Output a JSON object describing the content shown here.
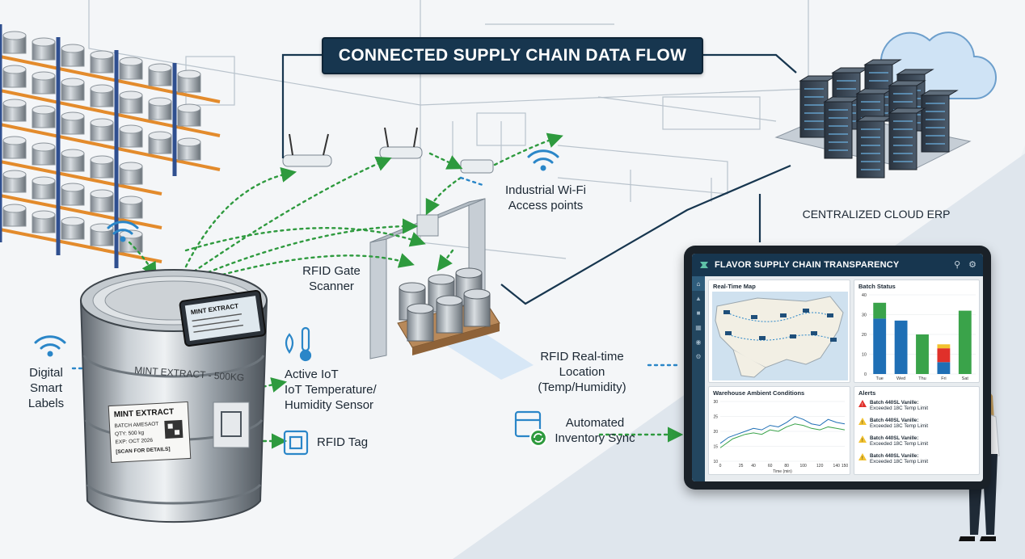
{
  "title": "CONNECTED SUPPLY CHAIN DATA FLOW",
  "labels": {
    "digital_smart_labels": "Digital\nSmart\nLabels",
    "active_iot": "Active IoT\nIoT Temperature/\nHumidity Sensor",
    "rfid_tag": "RFID Tag",
    "rfid_gate": "RFID Gate\nScanner",
    "wifi_ap": "Industrial Wi-Fi\nAccess points",
    "cloud_erp": "CENTRALIZED CLOUD ERP",
    "rfid_location": "RFID Real-time\nLocation\n(Temp/Humidity)",
    "inventory_sync": "Automated\nInventory Sync"
  },
  "drum": {
    "band_text": "MINT EXTRACT - 500KG",
    "screen_title": "MINT EXTRACT",
    "label_title": "MINT EXTRACT",
    "label_lines": [
      "BATCH AMESAOT",
      "QTY: 500 kg",
      "EXP: OCT 2026",
      "[SCAN FOR DETAILS]"
    ]
  },
  "dashboard": {
    "title": "FLAVOR SUPPLY CHAIN TRANSPARENCY",
    "map_title": "Real-Time Map",
    "batch_title": "Batch Status",
    "ambient_title": "Warehouse Ambient Conditions",
    "alerts_title": "Alerts",
    "alerts": [
      {
        "level": "critical",
        "title": "Batch 440SL Vanille:",
        "detail": "Exceeded 18C Temp Limit"
      },
      {
        "level": "warning",
        "title": "Batch 440SL Vanille:",
        "detail": "Exceeded 18C Temp Limit"
      },
      {
        "level": "warning",
        "title": "Batch 440SL Vanille:",
        "detail": "Exceeded 18C Temp Limit"
      },
      {
        "level": "warning",
        "title": "Batch 440SL Vanille:",
        "detail": "Exceeded 18C Temp Limit"
      }
    ]
  },
  "chart_data": [
    {
      "type": "bar",
      "title": "Batch Status",
      "categories": [
        "Tue",
        "Wed",
        "Thu",
        "Fri",
        "Sat"
      ],
      "series": [
        {
          "color": "#1f6fb5",
          "values": [
            28,
            27,
            0,
            6,
            0
          ]
        },
        {
          "color": "#3aa34a",
          "values": [
            8,
            0,
            20,
            0,
            32
          ]
        },
        {
          "color": "#e0302a",
          "values": [
            0,
            0,
            0,
            7,
            0
          ]
        },
        {
          "color": "#f2c230",
          "values": [
            0,
            0,
            0,
            2,
            0
          ]
        }
      ],
      "ylim": [
        0,
        40
      ],
      "yticks": [
        0,
        10,
        20,
        30,
        40
      ]
    },
    {
      "type": "line",
      "title": "Warehouse Ambient Conditions",
      "xlabel": "Time (min)",
      "xlim": [
        0,
        150
      ],
      "ylim": [
        10,
        30
      ],
      "xticks": [
        0,
        25,
        40,
        60,
        80,
        100,
        120,
        140,
        150
      ],
      "yticks": [
        10,
        15,
        20,
        25,
        30
      ],
      "series": [
        {
          "color": "#1f6fb5",
          "x": [
            0,
            5,
            10,
            15,
            20,
            30,
            40,
            50,
            60,
            70,
            80,
            90,
            100,
            110,
            120,
            130,
            140,
            150
          ],
          "y": [
            16,
            17,
            18,
            18.5,
            19,
            20,
            21,
            20.5,
            22,
            21.5,
            23,
            25,
            24,
            22.5,
            22,
            24,
            23,
            22.5
          ]
        },
        {
          "color": "#3aa34a",
          "x": [
            0,
            5,
            10,
            15,
            20,
            30,
            40,
            50,
            60,
            70,
            80,
            90,
            100,
            110,
            120,
            130,
            140,
            150
          ],
          "y": [
            14.5,
            15.5,
            16.5,
            17.5,
            18,
            19,
            19.5,
            19,
            20.5,
            20,
            21.5,
            22.5,
            22,
            21,
            20.5,
            21.5,
            21,
            20.5
          ]
        }
      ]
    }
  ],
  "colors": {
    "navy": "#17364f",
    "flow_blue": "#2a86c8",
    "flow_green": "#2e9a3e",
    "rack": "#2f4f8f"
  }
}
